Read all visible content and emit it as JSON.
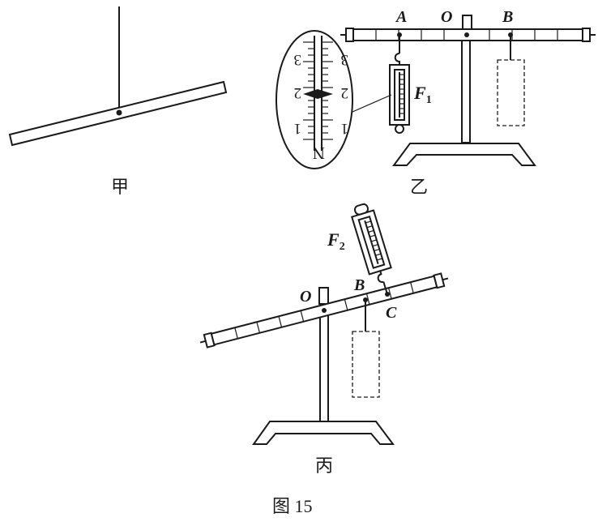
{
  "labels": {
    "A": "A",
    "O": "O",
    "B": "B",
    "C": "C",
    "F1": "F",
    "F1_sub": "1",
    "F2": "F",
    "F2_sub": "2",
    "N": "N",
    "scale_3": "3",
    "scale_2": "2",
    "scale_1": "1"
  },
  "captions": {
    "jia": "甲",
    "yi": "乙",
    "bing": "丙",
    "figure": "图 15"
  }
}
